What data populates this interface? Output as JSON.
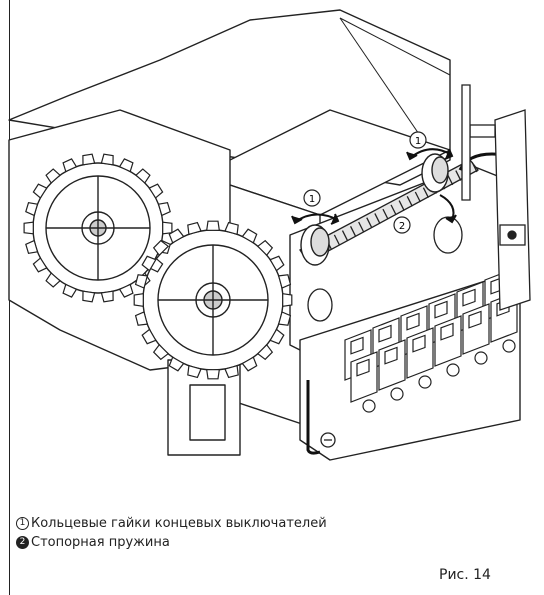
{
  "legend": {
    "item1": {
      "num": "1",
      "text": "Кольцевые гайки концевых выключателей"
    },
    "item2": {
      "num": "2",
      "text": "Стопорная пружина"
    }
  },
  "figure_caption": "Рис. 14",
  "callouts": {
    "c1a": "1",
    "c1b": "1",
    "c2": "2"
  }
}
